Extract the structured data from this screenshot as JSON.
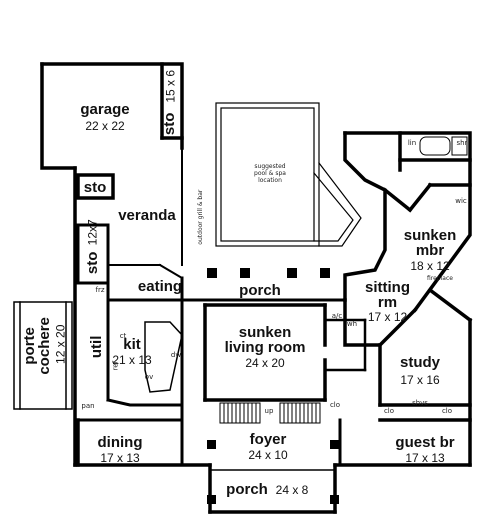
{
  "rooms": {
    "garage": {
      "name": "garage",
      "size": "22 x 22"
    },
    "sto_garage": {
      "name": "sto",
      "size": "15 x 6"
    },
    "sto_small": {
      "name": "sto"
    },
    "veranda": {
      "name": "veranda"
    },
    "sto_left": {
      "name": "sto",
      "size": "12x7"
    },
    "pool": {
      "line1": "suggested",
      "line2": "pool & spa",
      "line3": "location"
    },
    "outdoor_grill": {
      "text": "outdoor grill & bar"
    },
    "master": {
      "name1": "sunken",
      "name2": "mbr",
      "size": "18 x 12"
    },
    "lin": {
      "name": "lin"
    },
    "shr": {
      "name": "shr"
    },
    "wic": {
      "name": "wic"
    },
    "eating": {
      "name": "eating"
    },
    "porch_rear": {
      "name": "porch"
    },
    "sitting": {
      "name1": "sitting",
      "name2": "rm",
      "size": "17 x 12"
    },
    "fireplace": {
      "name": "fireplace"
    },
    "frz": {
      "name": "frz"
    },
    "kit": {
      "name": "kit",
      "size": "21 x 13"
    },
    "util": {
      "name": "util"
    },
    "porte_cochere": {
      "name1": "porte",
      "name2": "cochere",
      "size": "12 x 20"
    },
    "living": {
      "name1": "sunken",
      "name2": "living room",
      "size": "24 x 20"
    },
    "study": {
      "name": "study",
      "size": "17 x 16"
    },
    "ac": {
      "name": "a/c"
    },
    "wh": {
      "name": "wh"
    },
    "ct": {
      "name": "ct"
    },
    "dw": {
      "name": "dw"
    },
    "ov": {
      "name": "ov"
    },
    "ref": {
      "name": "ref"
    },
    "pan": {
      "name": "pan"
    },
    "clo_mid": {
      "name": "clo"
    },
    "clo_guest1": {
      "name": "clo"
    },
    "clo_guest2": {
      "name": "clo"
    },
    "shvs": {
      "name": "shvs"
    },
    "up": {
      "name": "up"
    },
    "dining": {
      "name": "dining",
      "size": "17 x 13"
    },
    "foyer": {
      "name": "foyer",
      "size": "24 x 10"
    },
    "guest": {
      "name": "guest br",
      "size": "17 x 13"
    },
    "porch_front": {
      "name": "porch",
      "size": "24 x 8"
    }
  }
}
